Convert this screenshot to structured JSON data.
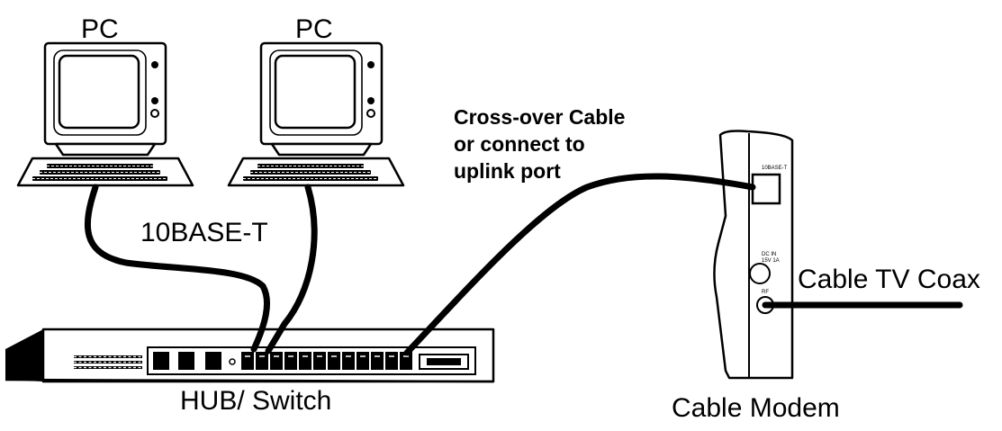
{
  "labels": {
    "pc_left": "PC",
    "pc_right": "PC",
    "cable_type": "10BASE-T",
    "crossover_line1": "Cross-over Cable",
    "crossover_line2": "or connect to",
    "crossover_line3": "uplink port",
    "hub": "HUB/ Switch",
    "coax": "Cable TV Coax",
    "modem": "Cable Modem"
  },
  "modem_ports": {
    "ethernet": "10BASE-T",
    "dc_in_1": "DC IN",
    "dc_in_2": "15V 1A",
    "rf": "RF"
  },
  "icons": [
    "computer-icon",
    "keyboard-icon",
    "hub-switch-icon",
    "cable-modem-icon"
  ],
  "colors": {
    "line": "#000000",
    "background": "#ffffff"
  }
}
